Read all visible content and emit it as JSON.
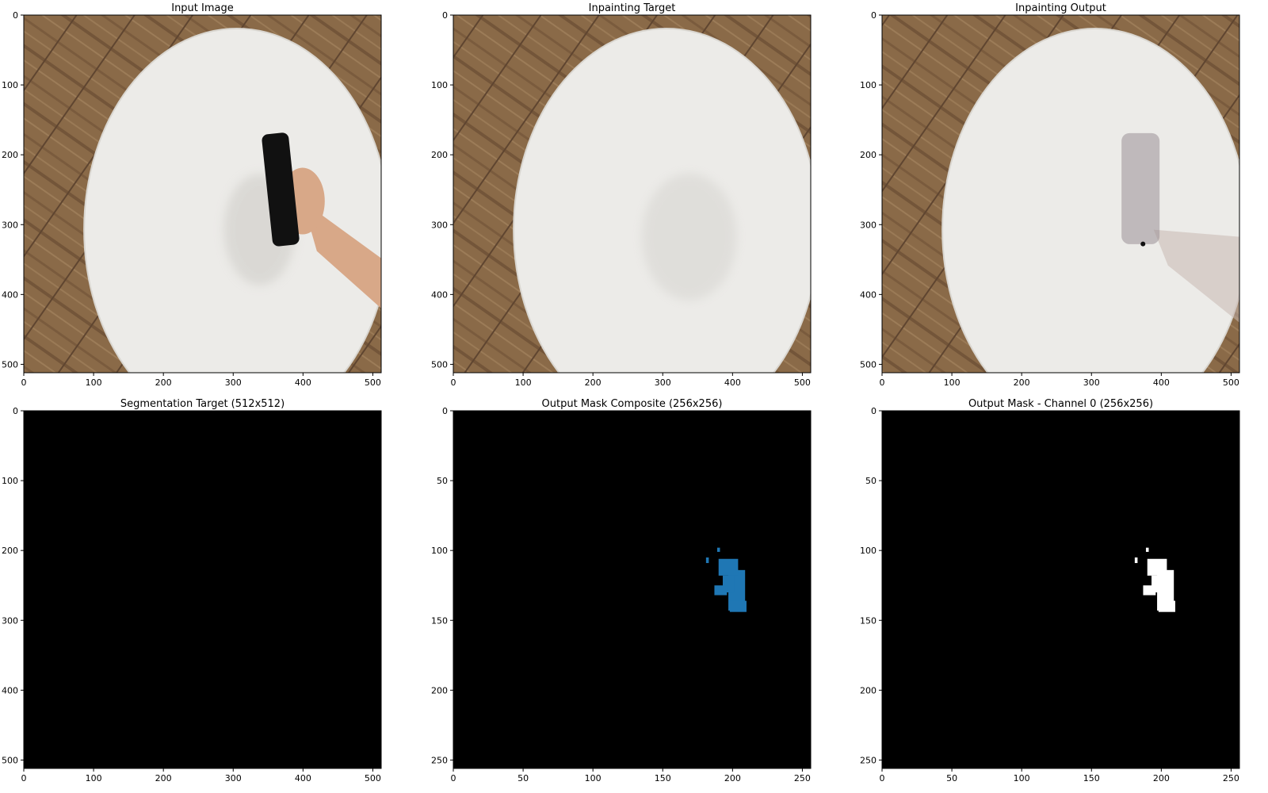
{
  "figure": {
    "panels": [
      {
        "id": "input-image",
        "title": "Input Image",
        "kind": "photo",
        "variant": "with-hand-and-phone",
        "x_range": [
          0,
          512
        ],
        "y_range": [
          0,
          512
        ],
        "x_ticks": [
          0,
          100,
          200,
          300,
          400,
          500
        ],
        "y_ticks": [
          0,
          100,
          200,
          300,
          400,
          500
        ]
      },
      {
        "id": "inpainting-target",
        "title": "Inpainting Target",
        "kind": "photo",
        "variant": "clean-table",
        "x_range": [
          0,
          512
        ],
        "y_range": [
          0,
          512
        ],
        "x_ticks": [
          0,
          100,
          200,
          300,
          400,
          500
        ],
        "y_ticks": [
          0,
          100,
          200,
          300,
          400,
          500
        ]
      },
      {
        "id": "inpainting-output",
        "title": "Inpainting Output",
        "kind": "photo",
        "variant": "ghosted-hand",
        "x_range": [
          0,
          512
        ],
        "y_range": [
          0,
          512
        ],
        "x_ticks": [
          0,
          100,
          200,
          300,
          400,
          500
        ],
        "y_ticks": [
          0,
          100,
          200,
          300,
          400,
          500
        ]
      },
      {
        "id": "segmentation-target",
        "title": "Segmentation Target (512x512)",
        "kind": "mask",
        "mask_color": "#000000",
        "x_range": [
          0,
          512
        ],
        "y_range": [
          0,
          512
        ],
        "x_ticks": [
          0,
          100,
          200,
          300,
          400,
          500
        ],
        "y_ticks": [
          0,
          100,
          200,
          300,
          400,
          500
        ]
      },
      {
        "id": "output-mask-composite",
        "title": "Output Mask Composite (256x256)",
        "kind": "mask",
        "mask_color": "#1f77b4",
        "x_range": [
          0,
          256
        ],
        "y_range": [
          0,
          256
        ],
        "x_ticks": [
          0,
          50,
          100,
          150,
          200,
          250
        ],
        "y_ticks": [
          0,
          50,
          100,
          150,
          200,
          250
        ]
      },
      {
        "id": "output-mask-channel-0",
        "title": "Output Mask - Channel 0 (256x256)",
        "kind": "mask",
        "mask_color": "#ffffff",
        "x_range": [
          0,
          256
        ],
        "y_range": [
          0,
          256
        ],
        "x_ticks": [
          0,
          50,
          100,
          150,
          200,
          250
        ],
        "y_ticks": [
          0,
          50,
          100,
          150,
          200,
          250
        ]
      }
    ],
    "mask_blob": {
      "pixel_regions_256": [
        [
          197,
          114,
          209,
          143
        ],
        [
          190,
          106,
          204,
          118
        ],
        [
          193,
          118,
          201,
          130
        ],
        [
          187,
          125,
          196,
          132
        ],
        [
          181,
          105,
          183,
          109
        ],
        [
          189,
          98,
          191,
          101
        ],
        [
          198,
          136,
          210,
          144
        ]
      ]
    },
    "colors": {
      "wood": "#8a6a48",
      "wood_dark": "#6f5238",
      "table": "#ecebe8",
      "table_edge": "#d9d6d0",
      "shadow": "#c9c7c2",
      "phone": "#111111",
      "skin": "#d8a888",
      "background": "#000000"
    }
  }
}
